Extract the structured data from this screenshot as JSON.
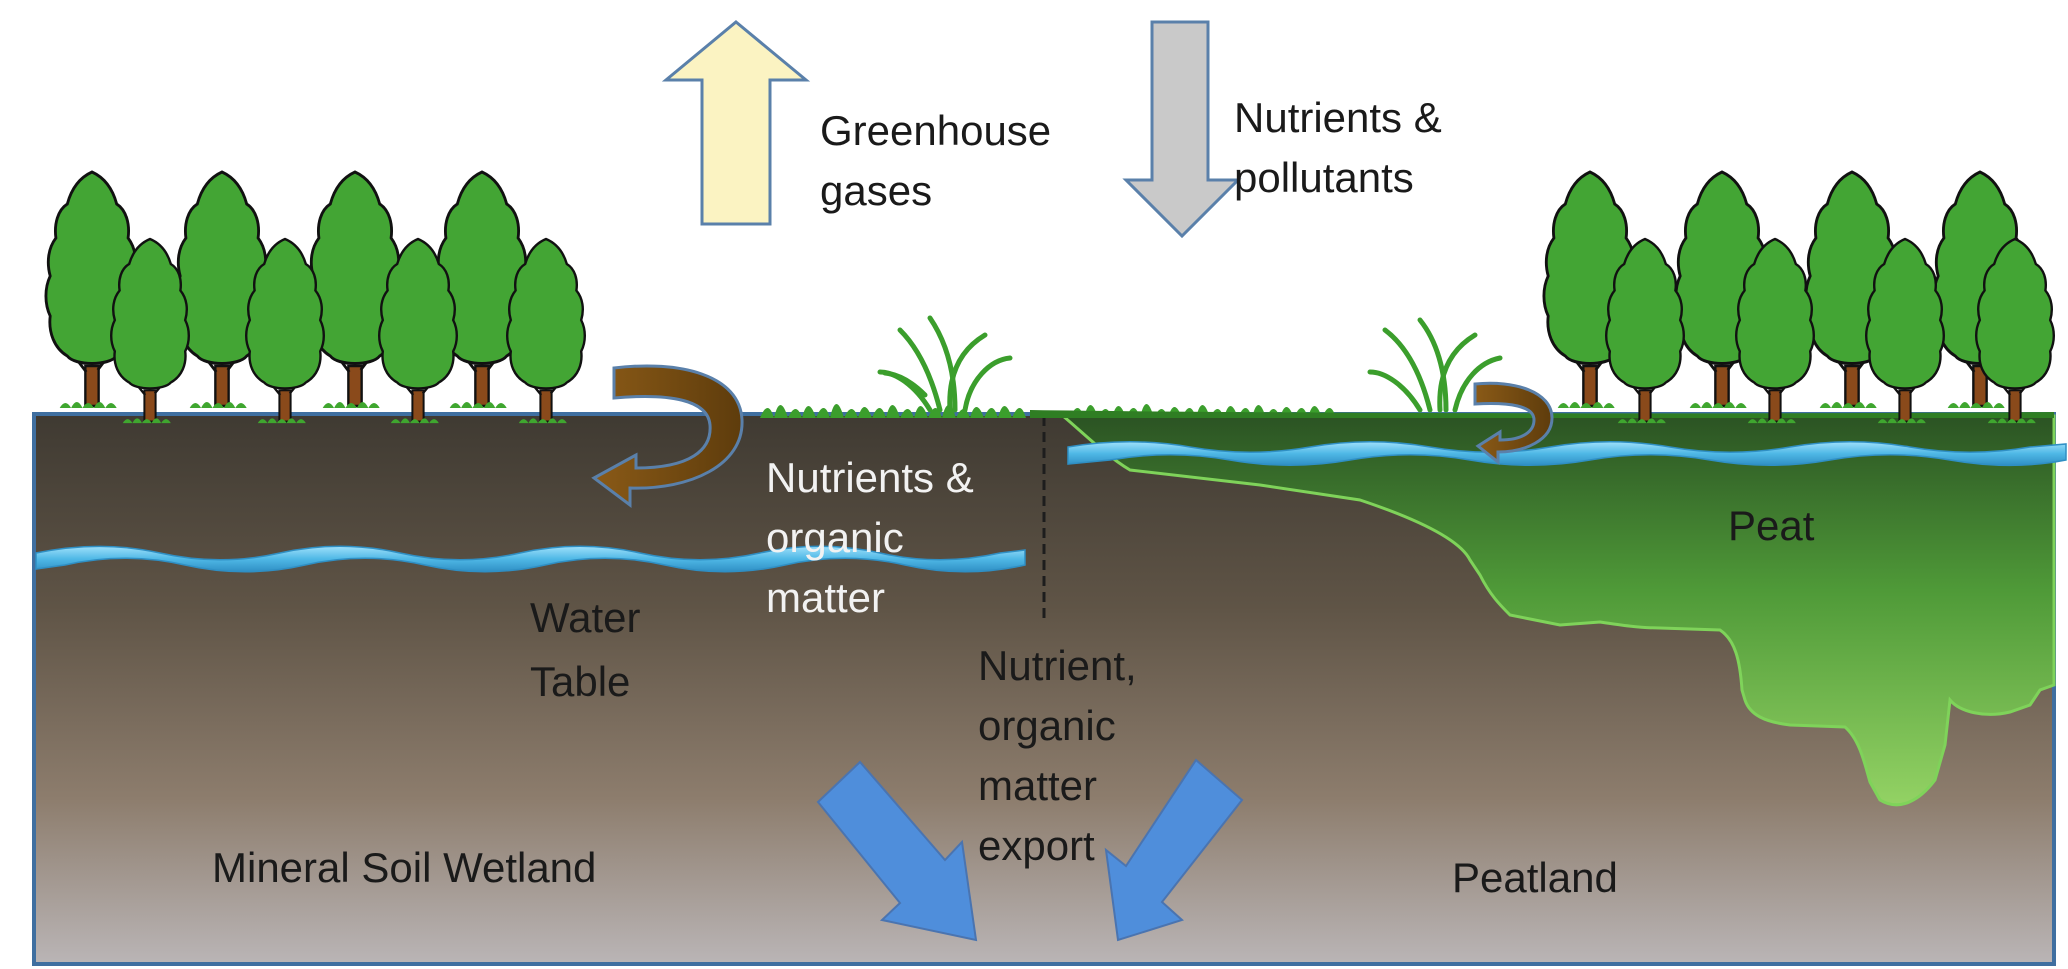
{
  "labels": {
    "greenhouse": [
      "Greenhouse",
      "gases"
    ],
    "nutrients_pollutants": [
      "Nutrients &",
      "pollutants"
    ],
    "nutrients_organic": [
      "Nutrients &",
      "organic",
      "matter"
    ],
    "water_table": [
      "Water",
      "Table"
    ],
    "export": [
      "Nutrient,",
      "organic",
      "matter",
      "export"
    ],
    "peat": "Peat",
    "mineral_soil_wetland": "Mineral Soil Wetland",
    "peatland": "Peatland"
  },
  "icons": {
    "up_arrow": "up-arrow-icon",
    "down_arrow": "down-arrow-icon",
    "tree": "tree-icon",
    "grass": "grass-icon",
    "circular_arrow": "circular-arrow-icon",
    "export_arrow": "export-arrow-icon"
  },
  "colors": {
    "up_arrow_fill": "#fbf3c2",
    "down_arrow_fill": "#c9c9c9",
    "arrow_stroke": "#5a80aa",
    "soil_top": "#403b33",
    "soil_bottom": "#b7b2b2",
    "peat_light": "#8fcf5e",
    "peat_dark": "#2d5a25",
    "tree_foliage": "#43a534",
    "tree_trunk": "#8a4a1b",
    "water": "#5cc0ea",
    "curl_arrow": "#7b4d12",
    "export_arrow": "#4f8edb"
  }
}
